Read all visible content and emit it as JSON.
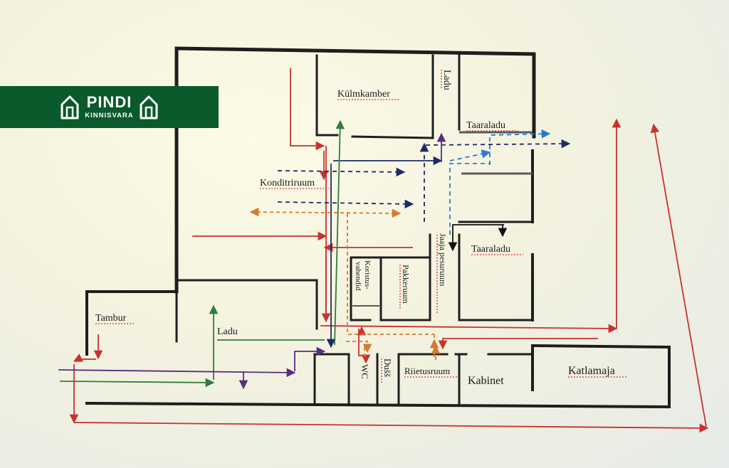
{
  "logo": {
    "name": "PINDI",
    "subtitle": "KINNISVARA"
  },
  "rooms": {
    "kulmkamber": "Külmkamber",
    "ladu_top": "Ladu",
    "taaraladu_top": "Taaraladu",
    "konditriruum": "Konditriruum",
    "jaaja_pesuruum": "Jaaja pesuruum",
    "taaraladu_mid": "Taaraladu",
    "koristus": "Koristus-",
    "vahendid": "vahendid",
    "pakkeruum": "Pakkeruum",
    "tambur": "Tambur",
    "ladu_left": "Ladu",
    "wc": "WC",
    "dush": "Dušš",
    "riietusruum": "Riietusruum",
    "kabinet": "Kabinet",
    "katlamaja": "Katlamaja"
  },
  "colors": {
    "red": "#c8322b",
    "navy": "#1f2a6b",
    "green": "#2e7d3a",
    "purple": "#5a2d82",
    "orange": "#d87a2c",
    "blue": "#2a7bd1",
    "black": "#111111",
    "logo_bg": "#0b5a2b"
  }
}
